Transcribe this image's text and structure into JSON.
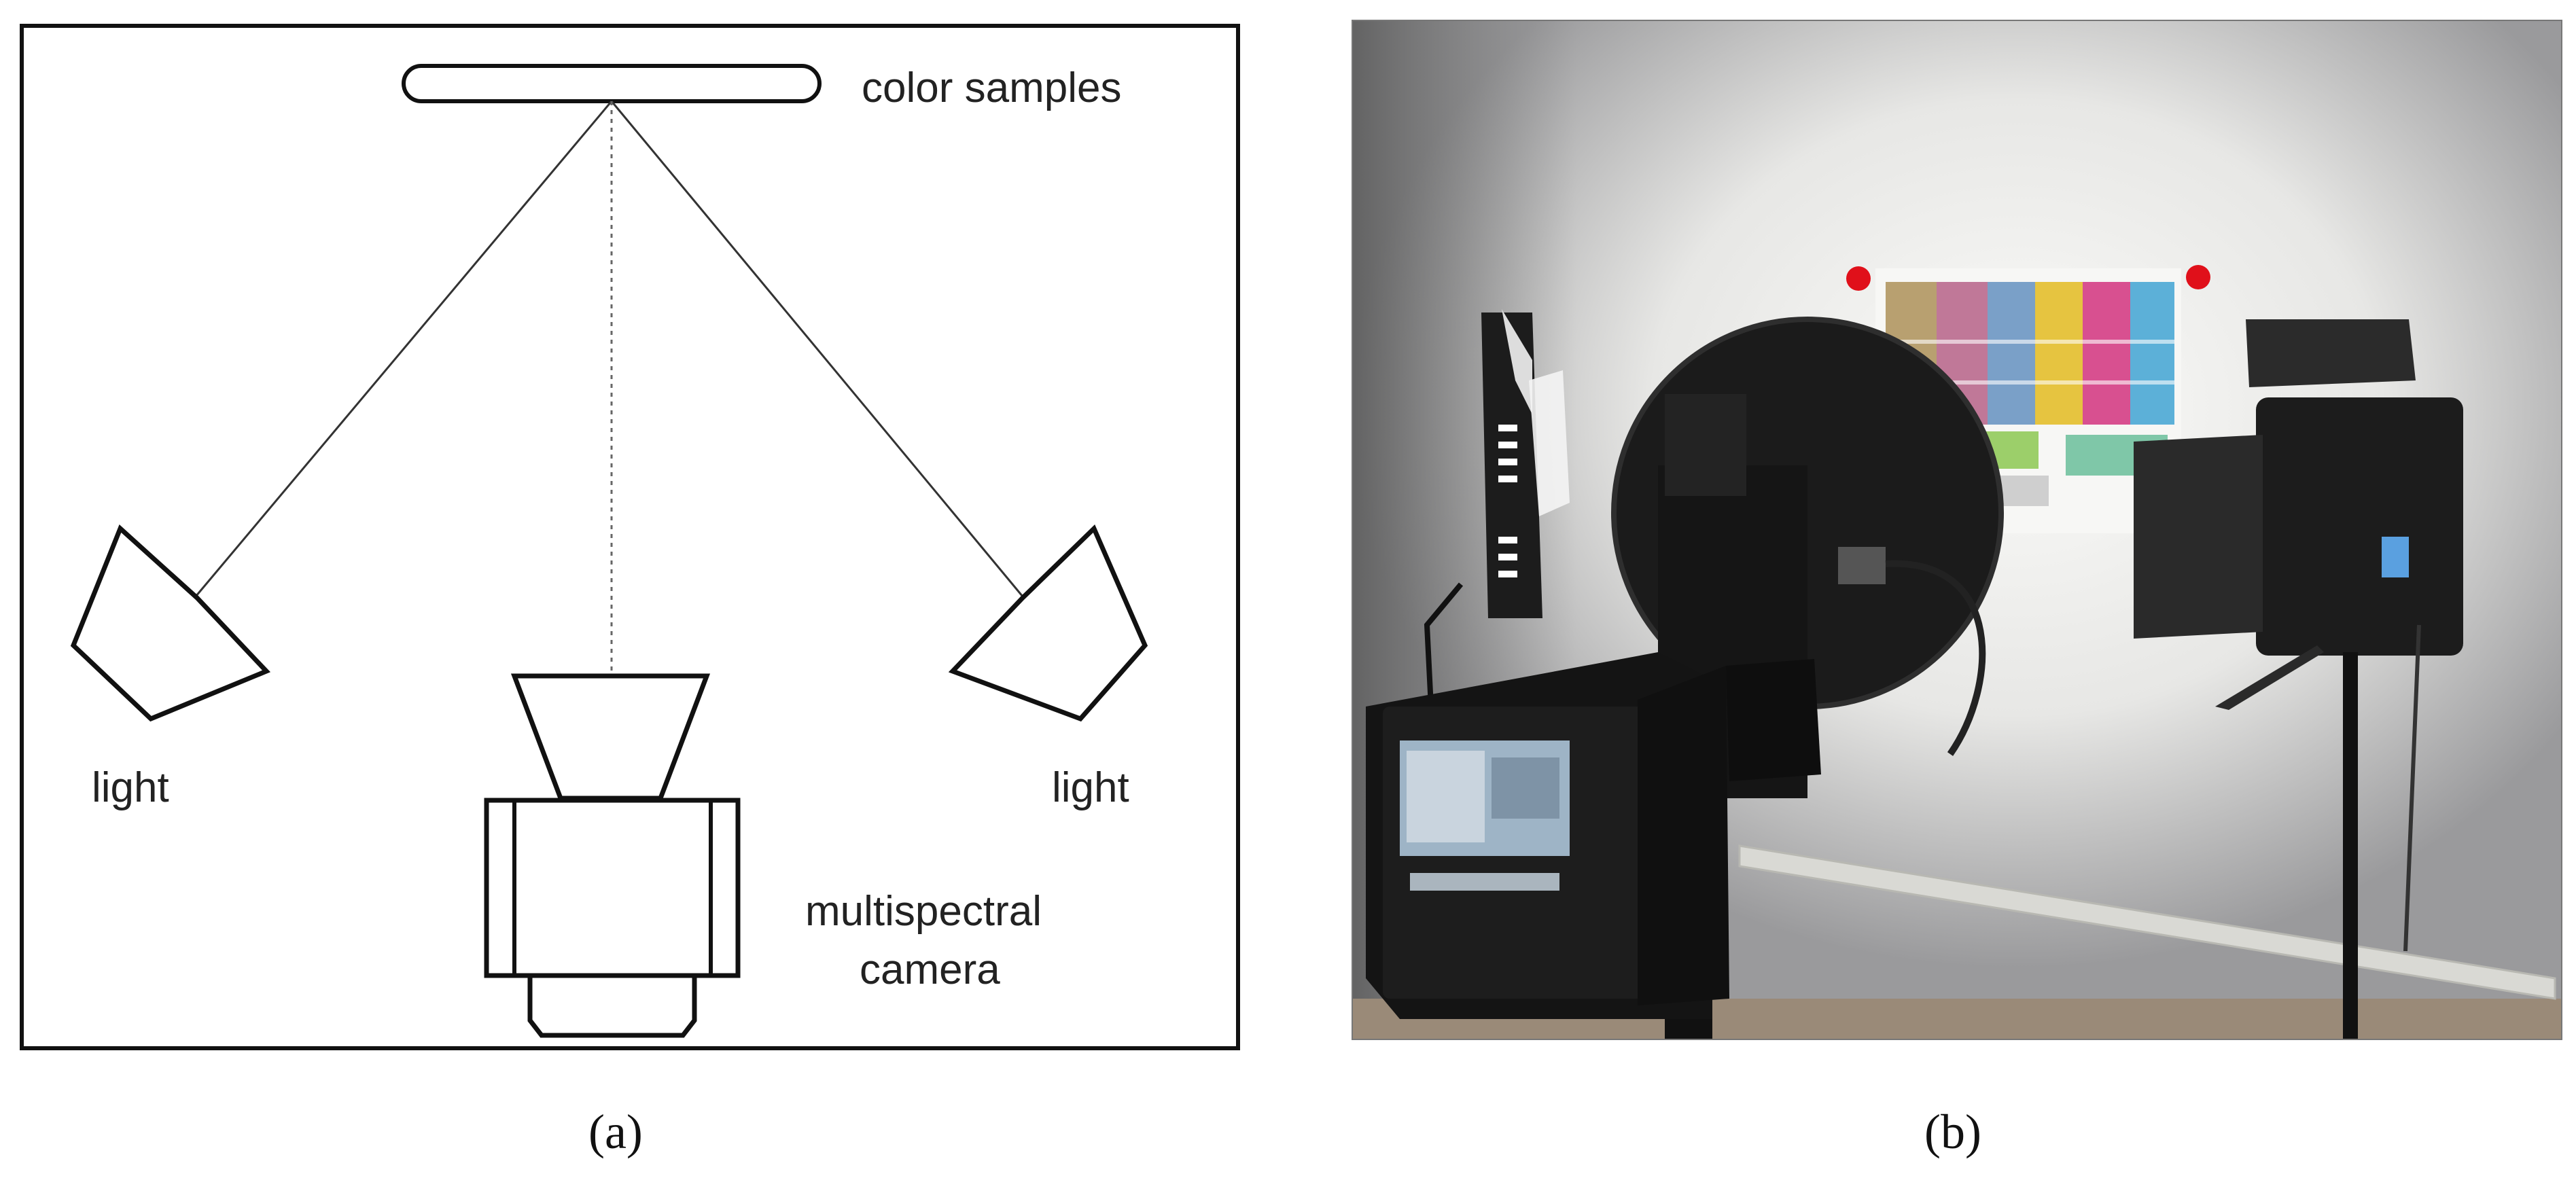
{
  "panel_a": {
    "samples_label": "color samples",
    "light_left_label": "light",
    "light_right_label": "light",
    "camera_label_line1": "multispectral",
    "camera_label_line2": "camera",
    "caption": "(a)"
  },
  "panel_b": {
    "caption": "(b)"
  },
  "colors": {
    "stroke": "#111111",
    "wall": "#dcdcdc",
    "equipment": "#1a1a1a"
  }
}
